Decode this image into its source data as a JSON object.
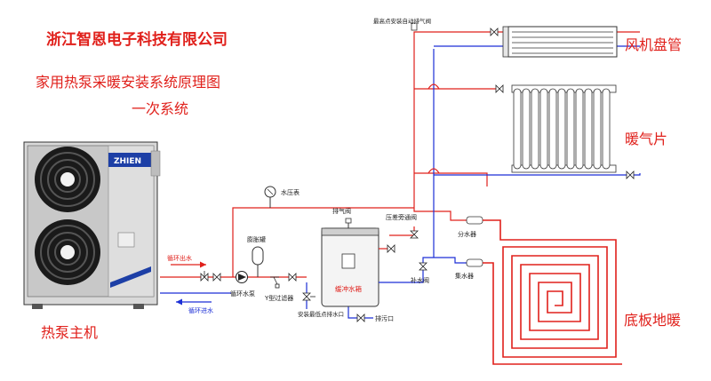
{
  "header": {
    "company": "浙江智恩电子科技有限公司",
    "title_line1": "家用热泵采暖安装系统原理图",
    "title_line2": "一次系统"
  },
  "units": {
    "heat_pump": {
      "label": "热泵主机",
      "brand": "ZHIEN"
    },
    "fan_coil": "风机盘管",
    "radiator": "暖气片",
    "floor_heating": "底板地暖",
    "buffer_tank": "缓冲水箱"
  },
  "components": {
    "auto_vent_top": "最高点安装自动排气阀",
    "pressure_gauge": "水压表",
    "expansion_tank": "膨胀罐",
    "circ_pump": "循环水泵",
    "y_filter": "Y型过滤器",
    "low_drain": "安装最低点排水口",
    "vent_valve": "排气阀",
    "bypass_valve": "压差旁通阀",
    "makeup_valve": "补水阀",
    "sewage_outlet": "排污口",
    "manifold_supply": "分水器",
    "manifold_return": "集水器"
  },
  "flow_labels": {
    "outlet": "循环出水",
    "inlet": "循环进水"
  },
  "colors": {
    "supply": "#e0201b",
    "return": "#1c2fd6",
    "title": "#e0201b"
  }
}
